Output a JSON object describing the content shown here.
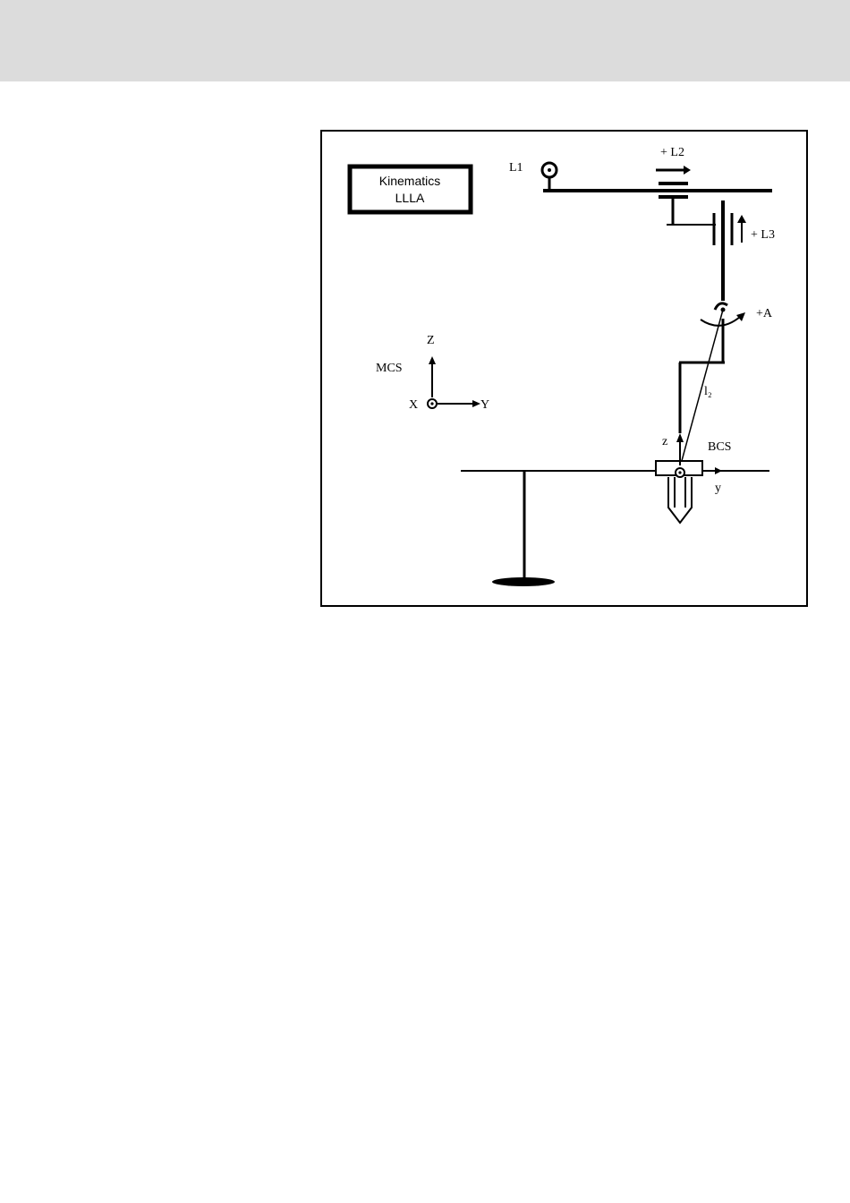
{
  "diagram": {
    "kinematics_box": {
      "line1": "Kinematics",
      "line2": "LLLA"
    },
    "axes": {
      "l1": "L1",
      "l2": "+ L2",
      "l3": "+ L3",
      "a": "+A",
      "l2_small": "l₂"
    },
    "mcs": {
      "label": "MCS",
      "z": "Z",
      "x": "X",
      "y": "Y"
    },
    "bcs": {
      "label": "BCS",
      "z": "z",
      "y": "y"
    }
  }
}
